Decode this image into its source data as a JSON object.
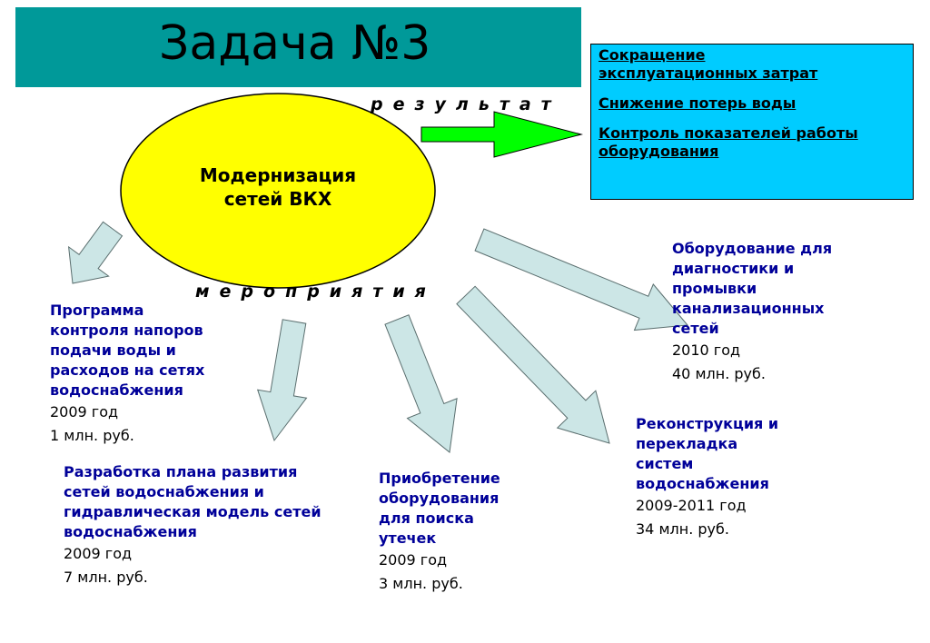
{
  "title": "Задача №3",
  "center": "Модернизация\nсетей ВКХ",
  "result_label": "результат",
  "activities_label": "мероприятия",
  "results": [
    "Сокращение\nэксплуатационных затрат",
    "Снижение потерь воды",
    "Контроль показателей работы\nоборудования"
  ],
  "activities": [
    {
      "title": "Программа\nконтроля напоров\nподачи воды и\nрасходов на сетях\nводоснабжения",
      "year": "2009 год",
      "cost": "1 млн. руб."
    },
    {
      "title": "Разработка плана развития\nсетей водоснабжения и\nгидравлическая модель сетей\nводоснабжения",
      "year": "2009 год",
      "cost": "7 млн. руб."
    },
    {
      "title": "Приобретение\nоборудования\nдля поиска\nутечек",
      "year": "2009 год",
      "cost": "3 млн. руб."
    },
    {
      "title": "Реконструкция и\nперекладка\nсистем\nводоснабжения",
      "year": "2009-2011 год",
      "cost": "34 млн. руб."
    },
    {
      "title": "Оборудование для\nдиагностики и\nпромывки\nканализационных\nсетей",
      "year": "2010 год",
      "cost": "40 млн. руб."
    }
  ],
  "colors": {
    "banner": "#009999",
    "ellipse": "#ffff00",
    "results_box": "#00ccff",
    "result_arrow": "#00ff00",
    "activity_arrows": "#cce6e6",
    "activity_text": "#000099"
  }
}
